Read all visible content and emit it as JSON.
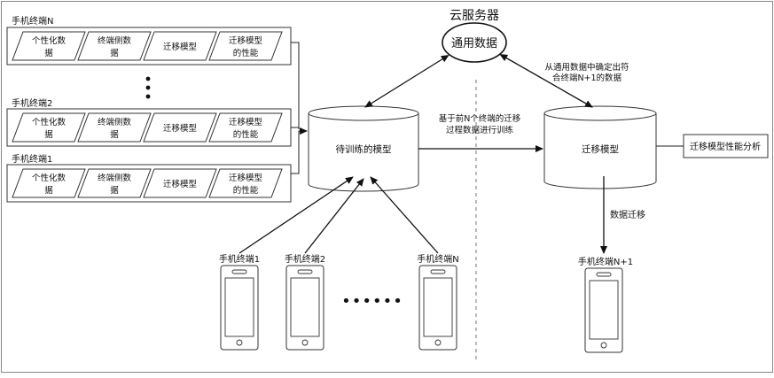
{
  "cloud": {
    "title": "云服务器",
    "label": "通用数据"
  },
  "terminals": {
    "n": "手机终端N",
    "two": "手机终端2",
    "one": "手机终端1",
    "ellipsis": "⋮",
    "cells": {
      "personal_a": "个性化数",
      "personal_b": "据",
      "side_a": "终端侧数",
      "side_b": "据",
      "model": "迁移模型",
      "perf_a": "迁移模型",
      "perf_b": "的性能"
    }
  },
  "center": {
    "train_model": "待训练的模型",
    "edge_a": "基于前N个终端的迁移",
    "edge_b": "过程数据进行训练"
  },
  "right": {
    "migration_model": "迁移模型",
    "analysis": "迁移模型性能分析",
    "note_a": "从通用数据中确定出符",
    "note_b": "合终端N+1的数据",
    "data_migration": "数据迁移",
    "terminal_n1": "手机终端N+1"
  },
  "phones": {
    "p1": "手机终端1",
    "p2": "手机终端2",
    "pn": "手机终端N",
    "dots": "••••••"
  }
}
